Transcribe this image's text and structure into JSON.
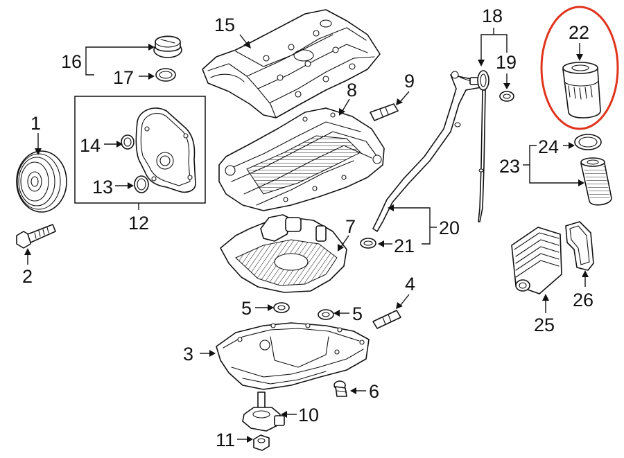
{
  "callouts": {
    "c1": "1",
    "c2": "2",
    "c3": "3",
    "c4": "4",
    "c5a": "5",
    "c5b": "5",
    "c6": "6",
    "c7": "7",
    "c8": "8",
    "c9": "9",
    "c10": "10",
    "c11": "11",
    "c12": "12",
    "c13": "13",
    "c14": "14",
    "c15": "15",
    "c16": "16",
    "c17": "17",
    "c18": "18",
    "c19": "19",
    "c20": "20",
    "c21": "21",
    "c22": "22",
    "c23": "23",
    "c24": "24",
    "c25": "25",
    "c26": "26"
  },
  "highlight": {
    "part": "22",
    "color": "#e0341c"
  },
  "colors": {
    "line": "#111111",
    "background": "#ffffff"
  }
}
